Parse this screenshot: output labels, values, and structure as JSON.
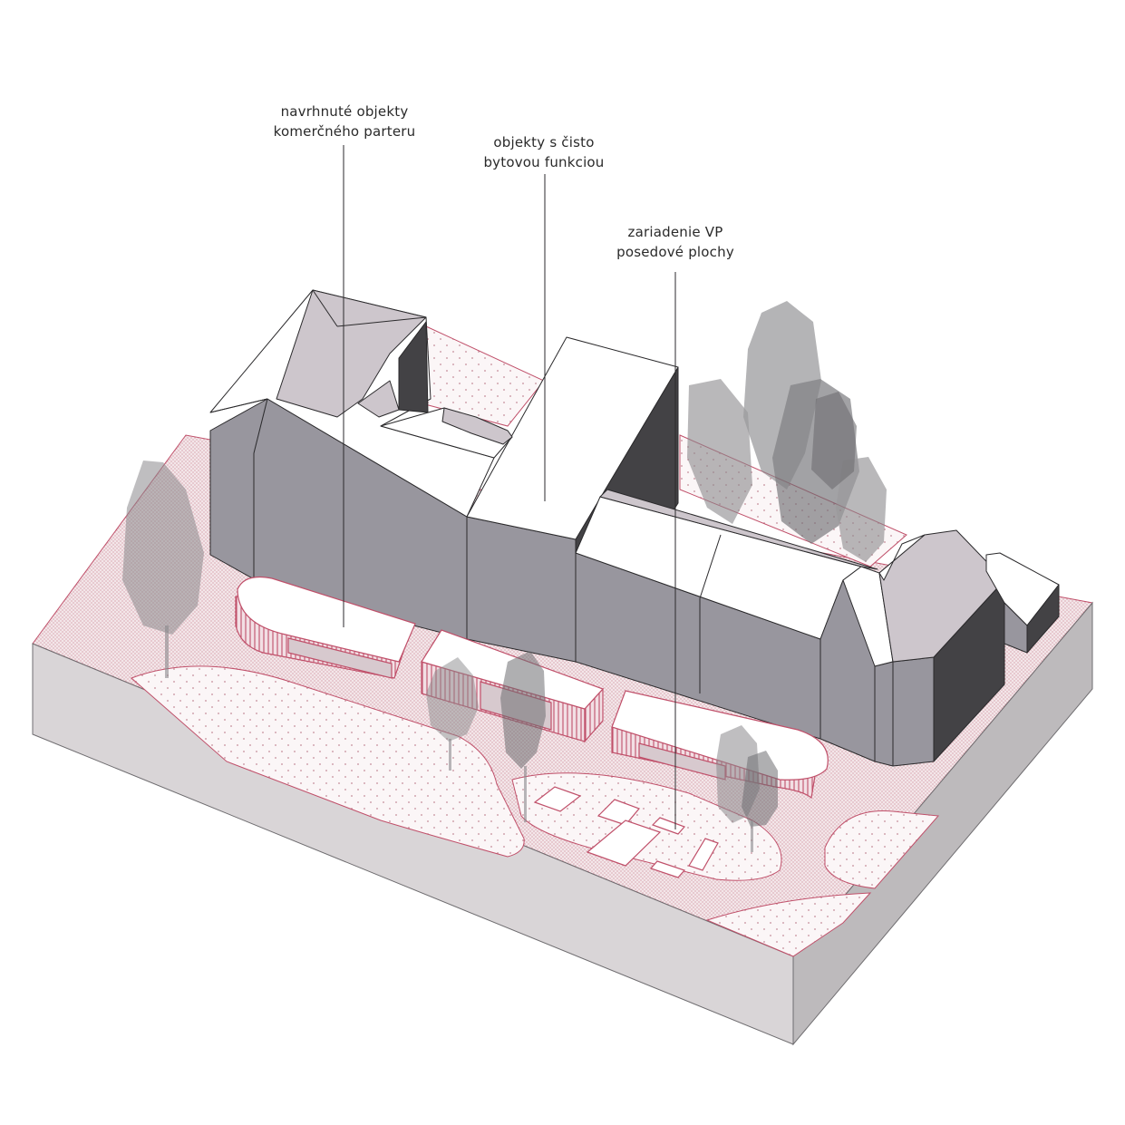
{
  "labels": {
    "commercial": {
      "line1": "navrhnuté objekty",
      "line2": "komerčného parteru"
    },
    "residential": {
      "line1": "objekty s čisto",
      "line2": "bytovou funkciou"
    },
    "seating": {
      "line1": "zariadenie VP",
      "line2": "posedové plochy"
    }
  },
  "colors": {
    "accent": "#c0506a",
    "roof": "#ffffff",
    "roof_sloped": "#cdc6cc",
    "wall_light": "#98969e",
    "wall_dark": "#434245",
    "ground_side": "#d9d5d7",
    "ground_side_dark": "#bdbabc",
    "tree": "#8a898c"
  }
}
